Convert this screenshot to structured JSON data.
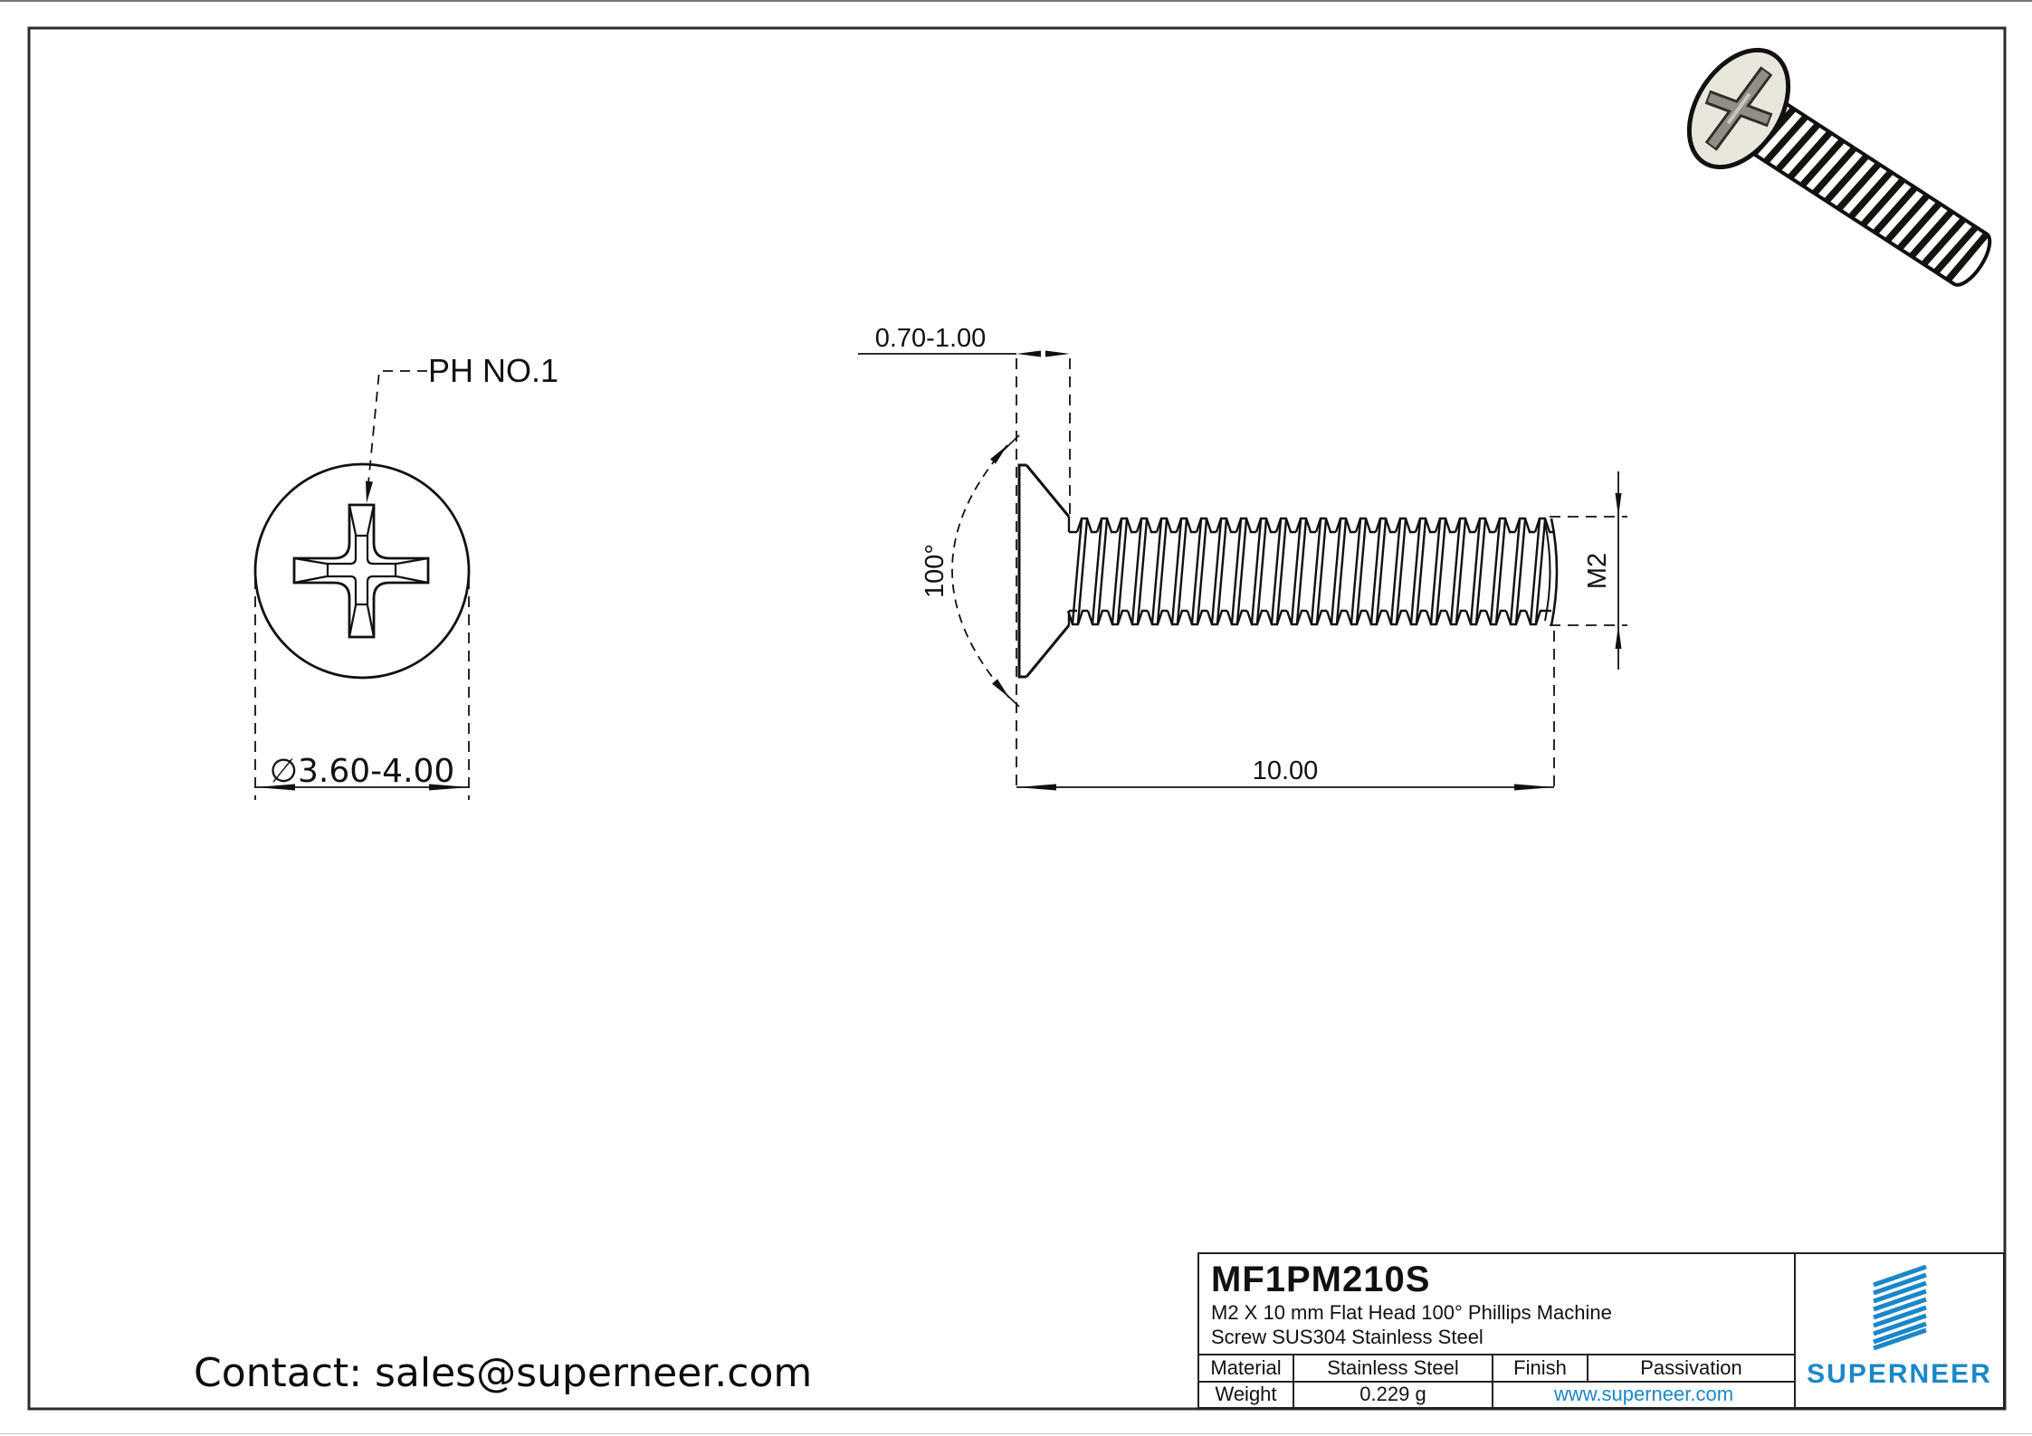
{
  "front_view": {
    "recess_label": "PH NO.1",
    "head_diameter": "∅3.60-4.00"
  },
  "side_view": {
    "head_height": "0.70-1.00",
    "cone_angle": "100°",
    "thread_length": "10.00",
    "thread_size": "M2"
  },
  "contact_line": "Contact: sales@superneer.com",
  "title_block": {
    "part_number": "MF1PM210S",
    "description_line1": "M2 X 10 mm  Flat Head 100° Phillips Machine",
    "description_line2": "Screw SUS304 Stainless Steel",
    "spec_table": {
      "rows": [
        [
          "Material",
          "Stainless Steel",
          "Finish",
          "Passivation"
        ],
        [
          "Weight",
          "0.229 g",
          "www.superneer.com"
        ]
      ]
    },
    "brand": "SUPERNEER"
  },
  "colors": {
    "accent_blue": "#1b87c9",
    "line_black": "#111111",
    "screw_head_fill": "#e9e7dc",
    "recess_gray": "#908e86"
  }
}
